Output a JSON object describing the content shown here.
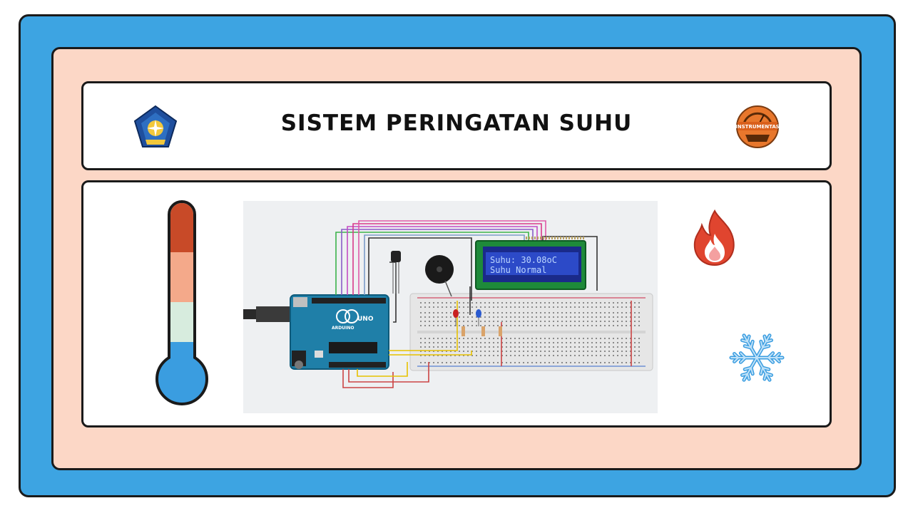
{
  "header": {
    "title": "SISTEM PERINGATAN SUHU",
    "left_logo_icon": "university-emblem-icon",
    "right_logo_icon": "instrumentas-logo-icon",
    "right_logo_text": "INSTRUMENTAS"
  },
  "circuit": {
    "lcd_line1": "Suhu: 30.08oC",
    "lcd_line2": "Suhu Normal",
    "board_model": "UNO",
    "board_brand": "ARDUINO"
  },
  "icons": {
    "thermometer": "thermometer-icon",
    "fire": "fire-icon",
    "snowflake": "snowflake-icon"
  },
  "colors": {
    "outer_frame": "#3da4e2",
    "inner_frame": "#fcd7c6",
    "thermo_hot": "#c84a28",
    "thermo_warm": "#f4a98a",
    "thermo_cool": "#d7ecde",
    "thermo_cold": "#3a9de0"
  }
}
